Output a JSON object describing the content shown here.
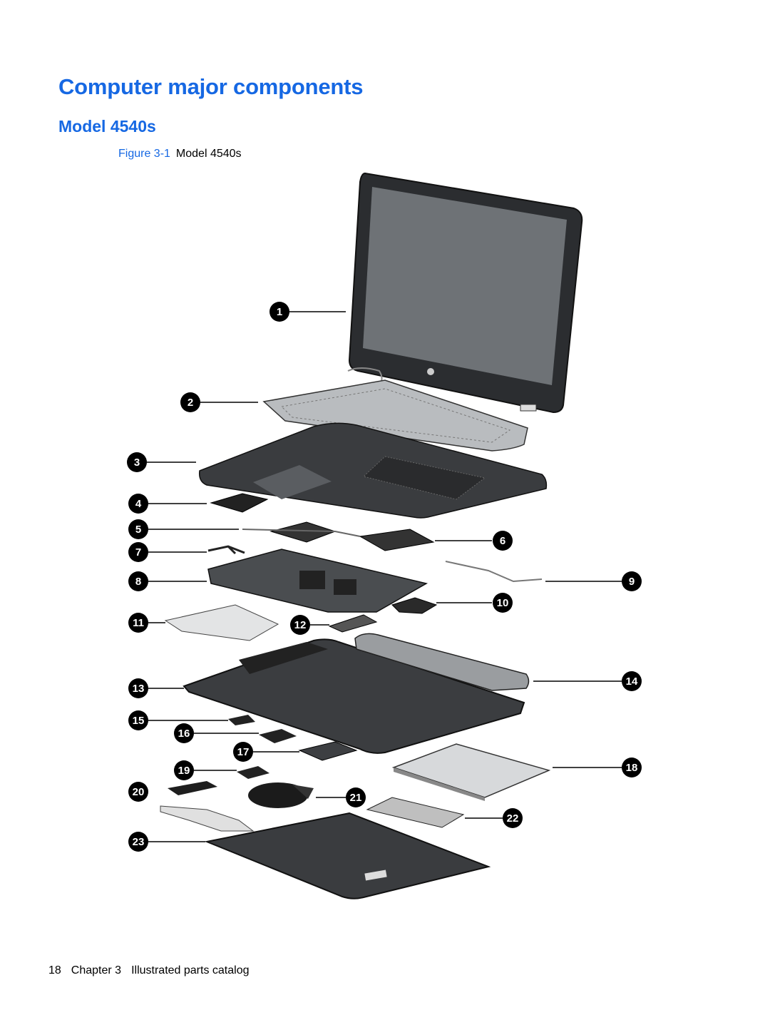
{
  "page_title": "Computer major components",
  "section_title": "Model 4540s",
  "figure": {
    "ref": "Figure 3-1",
    "name": "Model 4540s"
  },
  "callouts": [
    "1",
    "2",
    "3",
    "4",
    "5",
    "6",
    "7",
    "8",
    "9",
    "10",
    "11",
    "12",
    "13",
    "14",
    "15",
    "16",
    "17",
    "18",
    "19",
    "20",
    "21",
    "22",
    "23"
  ],
  "footer": {
    "page_number": "18",
    "chapter": "Chapter 3",
    "chapter_title": "Illustrated parts catalog"
  }
}
